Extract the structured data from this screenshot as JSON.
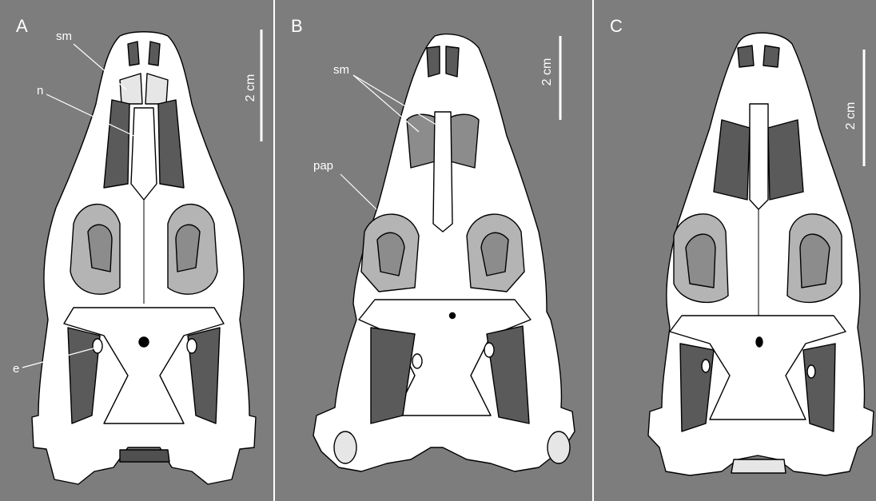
{
  "colors": {
    "background": "#7d7d7d",
    "separator": "#ffffff",
    "bone": "#ffffff",
    "opening_light": "#b4b4b4",
    "opening_mid": "#8c8c8c",
    "opening_dark": "#5a5a5a",
    "outline": "#000000"
  },
  "panels": [
    {
      "id": "A",
      "letter": "A",
      "scale_label": "2 cm",
      "labels": {
        "sm": "sm",
        "n": "n",
        "e": "e"
      }
    },
    {
      "id": "B",
      "letter": "B",
      "scale_label": "2 cm",
      "labels": {
        "sm": "sm",
        "pap": "pap"
      }
    },
    {
      "id": "C",
      "letter": "C",
      "scale_label": "2 cm"
    }
  ]
}
